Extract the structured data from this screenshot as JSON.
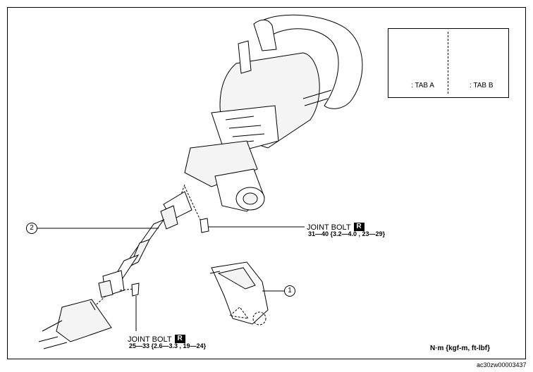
{
  "diagram": {
    "callouts": {
      "part_1": "1",
      "part_2": "2"
    },
    "joint_bolt_upper": {
      "label": "JOINT BOLT",
      "badge": "R",
      "torque": "31—40 {3.2—4.0 , 23—29}"
    },
    "joint_bolt_lower": {
      "label": "JOINT BOLT",
      "badge": "R",
      "torque": "25—33 {2.6—3.3 , 19—24}"
    },
    "legend": {
      "tab_a": ": TAB A",
      "tab_b": ": TAB B"
    },
    "units": "N·m {kgf-m, ft-lbf}",
    "doc_id": "ac30zw00003437"
  }
}
